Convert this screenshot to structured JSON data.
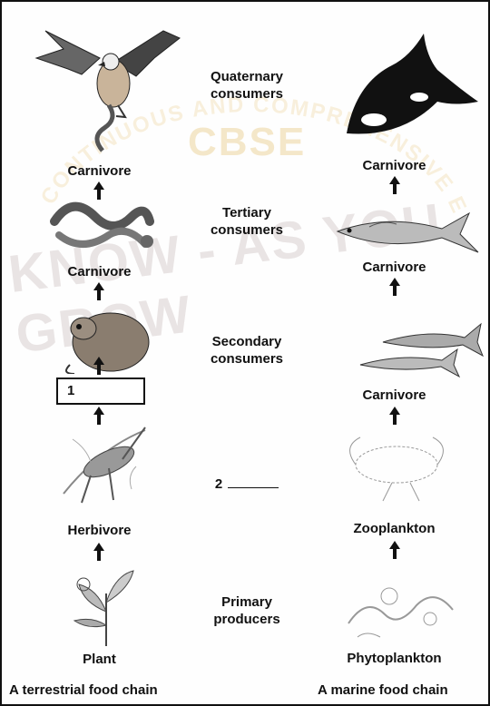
{
  "trophic_levels": {
    "quaternary": "Quaternary\nconsumers",
    "tertiary": "Tertiary\nconsumers",
    "secondary": "Secondary\nconsumers",
    "primary": "Primary\nproducers",
    "blank_number": "2"
  },
  "terrestrial": {
    "level4": "Carnivore",
    "level3": "Carnivore",
    "blank_number": "1",
    "level1": "Herbivore",
    "level0": "Plant",
    "caption": "A terrestrial food chain"
  },
  "marine": {
    "level4": "Carnivore",
    "level3": "Carnivore",
    "level2": "Carnivore",
    "level1": "Zooplankton",
    "level0": "Phytoplankton",
    "caption": "A marine food chain"
  },
  "watermark": {
    "arc_text": "CONTINUOUS AND COMPREHENSIVE EVALUATION",
    "center": "CBSE",
    "slogan": "KNOW - AS YOU GROW"
  },
  "colors": {
    "ink": "#111111",
    "watermark_gold": "#e3bf6a",
    "watermark_grey": "#d9d0d0"
  }
}
